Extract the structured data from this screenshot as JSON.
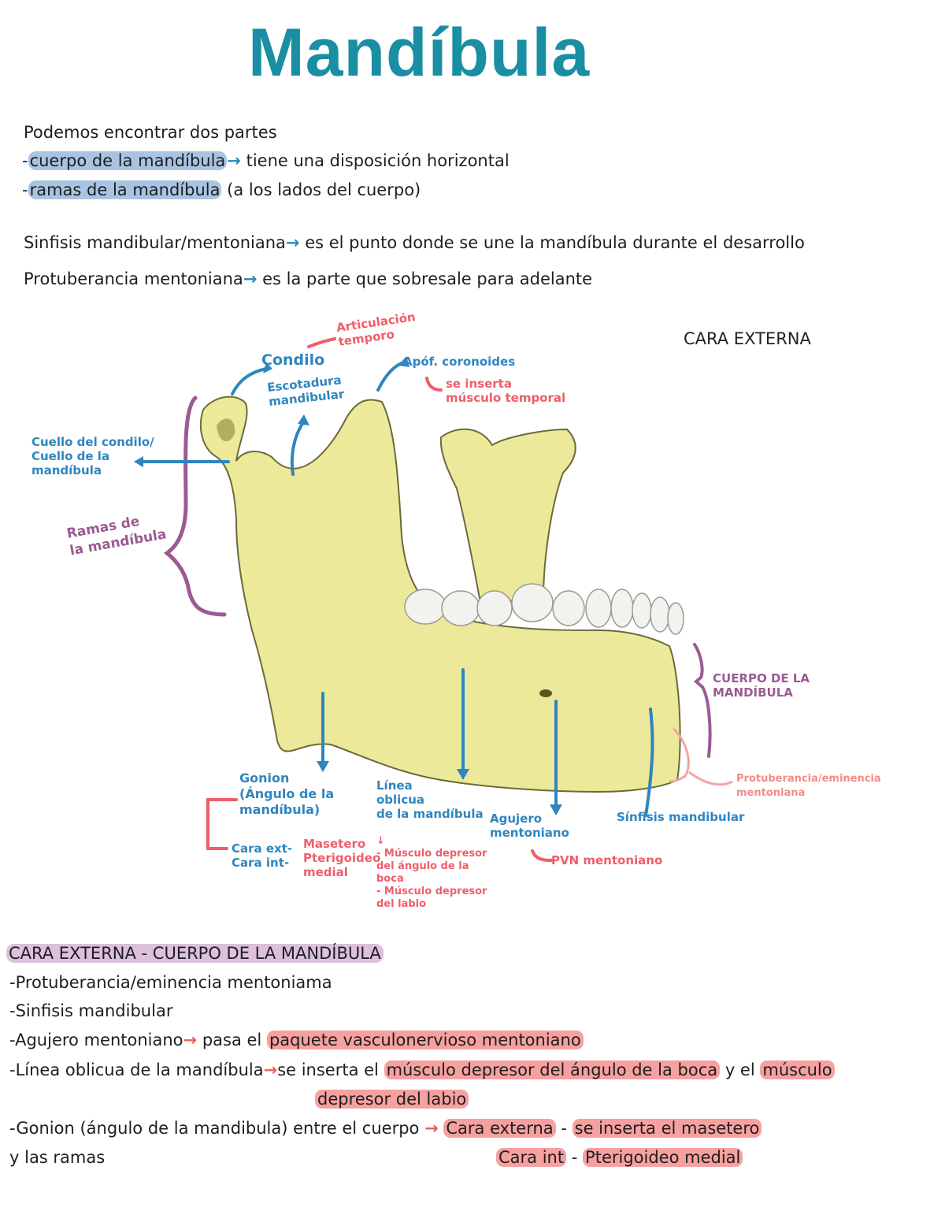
{
  "title": "Mandíbula",
  "intro": {
    "line1": "Podemos encontrar dos partes",
    "line2_dash": "-",
    "line2_hl": "cuerpo de la mandíbula",
    "line2_rest": "tiene una disposición horizontal",
    "line3_dash": "-",
    "line3_hl": "ramas de la mandíbula",
    "line3_rest": "(a los lados del cuerpo)",
    "line4_a": "Sinfisis mandibular/mentoniana",
    "line4_b": "es el punto donde se une la mandíbula durante el desarrollo",
    "line5_a": "Protuberancia mentoniana",
    "line5_b": "es la parte que sobresale para adelante"
  },
  "diagram": {
    "heading": "CARA EXTERNA",
    "labels": {
      "condilo": "Condilo",
      "articulacion": "Articulación\ntemporo",
      "escotadura": "Escotadura\nmandibular",
      "apof": "Apóf. coronoides",
      "se_inserta_temporal": "se inserta\nmúsculo temporal",
      "cuello": "Cuello del condilo/\nCuello de la\nmandíbula",
      "ramas": "Ramas de\nla mandíbula",
      "cuerpo": "CUERPO DE LA\nMANDÍBULA",
      "gonion": "Gonion\n(Ángulo de la\nmandíbula)",
      "cara_ext_int": "Cara ext-\nCara int-",
      "masetero": "Masetero\nPterigoideo\nmedial",
      "linea": "Línea\noblicua\nde la mandíbula",
      "linea_musc": "↓\n- Músculo depresor\ndel ángulo de la\nboca\n- Músculo depresor\ndel labio",
      "agujero": "Agujero\nmentoniano",
      "pvn": "PVN mentoniano",
      "protuberancia": "Protuberancia/eminencia\nmentoniana",
      "sinfisis": "Sínfisis mandibular"
    }
  },
  "section": {
    "heading": "CARA EXTERNA - CUERPO DE LA MANDÍBULA",
    "item1": "-Protuberancia/eminencia mentoniama",
    "item2": "-Sinfisis mandibular",
    "item3_a": "-Agujero mentoniano",
    "item3_b": "pasa el",
    "item3_hl": "paquete vasculonervioso mentoniano",
    "item4_a": "-Línea oblicua de la mandíbula",
    "item4_b": "se inserta el",
    "item4_hl1": "músculo depresor del ángulo de la boca",
    "item4_c": "y el",
    "item4_hl2": "músculo",
    "item4_hl3": "depresor del labio",
    "item5_a": "-Gonion (ángulo de la mandibula) entre el cuerpo",
    "item5_hl1": "Cara externa",
    "item5_dash1": "-",
    "item5_hl2": "se inserta el masetero",
    "item5_b": "y las ramas",
    "item5_hl3": "Cara int",
    "item5_dash2": "-",
    "item5_hl4": "Pterigoideo medial"
  },
  "colors": {
    "title": "#1a8ea3",
    "bone": "#ece99a",
    "blue_annotation": "#2f86bf",
    "red_annotation": "#f05d6a",
    "purple_annotation": "#9b5b92"
  }
}
